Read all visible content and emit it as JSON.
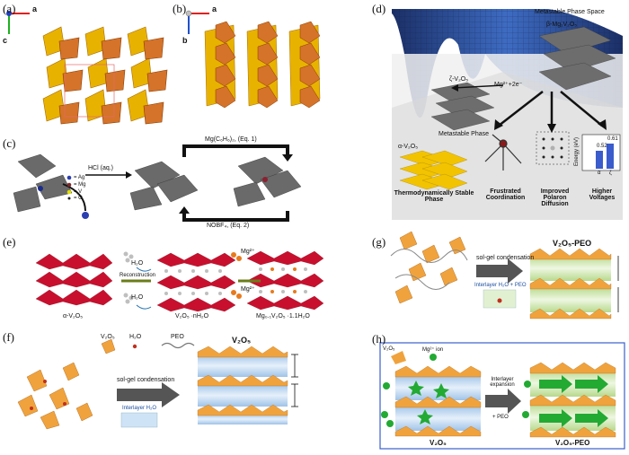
{
  "panels": {
    "a": {
      "label": "(a)",
      "axis_x": "a",
      "axis_y": "c"
    },
    "b": {
      "label": "(b)",
      "axis_x": "a",
      "axis_y": "b"
    },
    "c": {
      "label": "(c)",
      "reaction_top": "Mg(C₆H₆)₂, (Eq. 1)",
      "reaction_bottom": "NOBF₄, (Eq. 2)",
      "acid": "HCl (aq.)",
      "legend": [
        "= Ag",
        "= Mg",
        "= V",
        "= O"
      ]
    },
    "d": {
      "label": "(d)",
      "title": "Metastable Phase Space",
      "beta": "β-Mg₁V₂O₅",
      "zeta": "ζ-V₂O₅",
      "mg_eq": "Mg²⁺+2e⁻",
      "metastable": "Metastable Phase",
      "alpha": "α-V₂O₅",
      "stable": "Thermodynamically Stable Phase",
      "frustrated": "Frustrated Coordination",
      "polaron": "Improved Polaron Diffusion",
      "higher": "Higher Voltages",
      "energy_label": "Energy (eV)",
      "bar_labels": [
        "α",
        "ζ"
      ],
      "bar_values": [
        "0.52",
        "0.61"
      ]
    },
    "e": {
      "label": "(e)",
      "h2o_top": "H₂O",
      "reconstruction": "Reconstruction",
      "h2o_bottom": "H₂O",
      "mg_top": "Mg²⁺",
      "mg_bottom": "Mg²⁺",
      "cap1": "α-V₂O₅",
      "cap2": "V₂O₅ ·nH₂O",
      "cap3": "Mg₀.₁V₂O₅ ·1.1H₂O"
    },
    "f": {
      "label": "(f)",
      "legend_v2o5": "V₂O₅",
      "legend_h2o": "H₂O",
      "legend_peo": "PEO",
      "process": "sol-gel condensation",
      "interlayer": "Interlayer H₂O",
      "result": "V₂O₅"
    },
    "g": {
      "label": "(g)",
      "process": "sol-gel condensation",
      "interlayer": "Interlayer H₂O + PEO",
      "result": "V₂O₅-PEO"
    },
    "h": {
      "label": "(h)",
      "legend_v2o5": "V₂O₅",
      "legend_mg": "Mg²⁺ ion",
      "expansion": "Interlayer expansion",
      "peo": "+ PEO",
      "left": "V₂O₅",
      "right": "V₂O₅-PEO"
    }
  }
}
